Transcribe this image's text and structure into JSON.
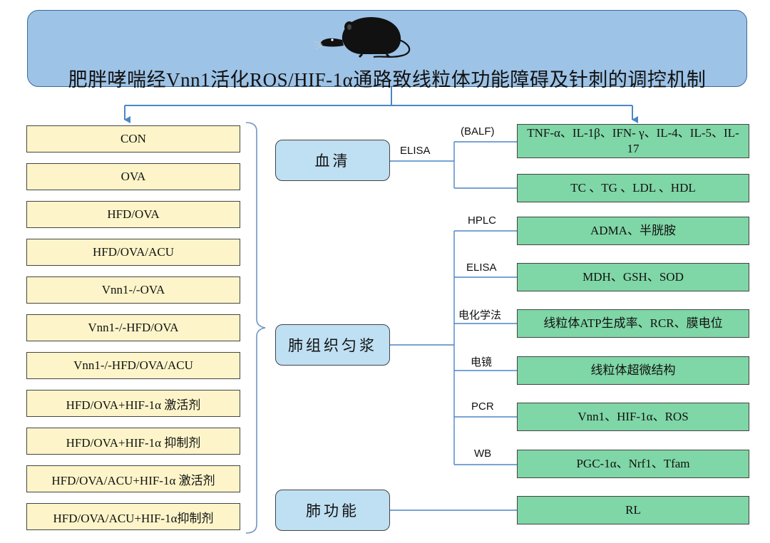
{
  "title": "肥胖哮喘经Vnn1活化ROS/HIF-1α通路致线粒体功能障碍及针刺的调控机制",
  "groups": [
    "CON",
    "OVA",
    "HFD/OVA",
    "HFD/OVA/ACU",
    "Vnn1-/-OVA",
    "Vnn1-/-HFD/OVA",
    "Vnn1-/-HFD/OVA/ACU",
    "HFD/OVA+HIF-1α 激活剂",
    "HFD/OVA+HIF-1α 抑制剂",
    "HFD/OVA/ACU+HIF-1α 激活剂",
    "HFD/OVA/ACU+HIF-1α抑制剂"
  ],
  "samples": {
    "serum": "血清",
    "lung_homogenate": "肺组织匀浆",
    "lung_function": "肺功能"
  },
  "methods": {
    "balf": "(BALF)",
    "elisa_serum": "ELISA",
    "hplc": "HPLC",
    "elisa_lung": "ELISA",
    "electrochem": "电化学法",
    "em": "电镜",
    "pcr": "PCR",
    "wb": "WB"
  },
  "results": {
    "cytokines": "TNF-α、IL-1β、IFN- γ、IL-4、IL-5、IL-17",
    "lipids": "TC 、TG 、LDL 、HDL",
    "adma": "ADMA、半胱胺",
    "oxidative": "MDH、GSH、SOD",
    "mito_function": "线粒体ATP生成率、RCR、膜电位",
    "ultrastructure": "线粒体超微结构",
    "genes": "Vnn1、HIF-1α、ROS",
    "proteins": "PGC-1α、Nrf1、Tfam",
    "rl": "RL"
  },
  "colors": {
    "title_fill": "#9dc3e6",
    "group_fill": "#fdf5c9",
    "sample_fill": "#bfdff2",
    "result_fill": "#7fd6a6",
    "connector": "#4a86c5"
  },
  "icons": [
    "mouse-icon"
  ]
}
